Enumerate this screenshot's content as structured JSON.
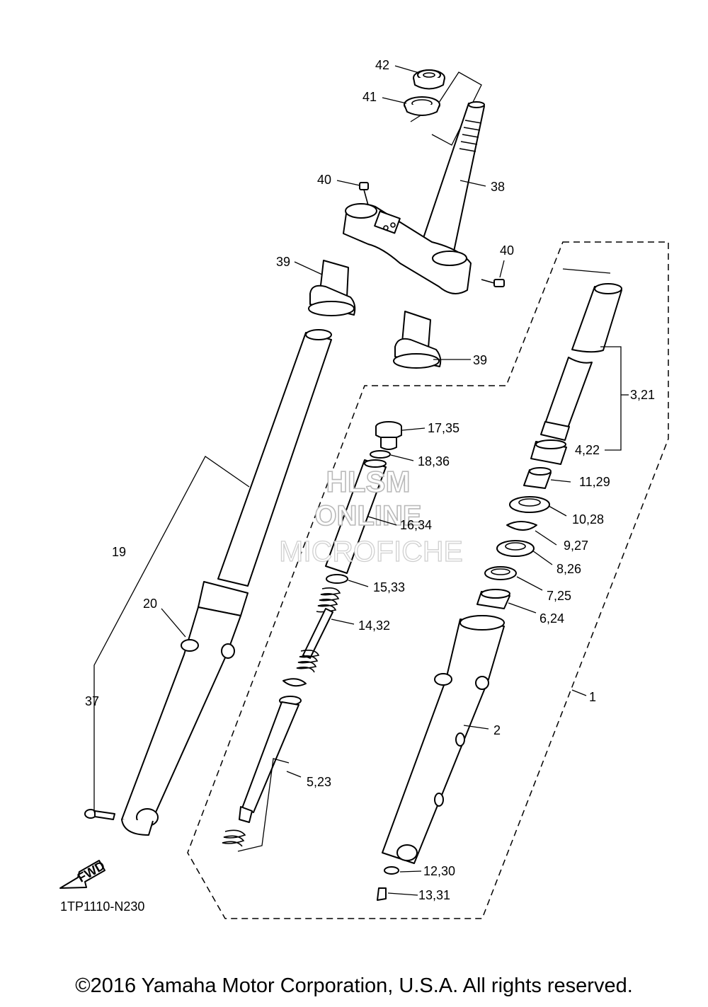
{
  "diagram": {
    "code": "1TP1110-N230",
    "fwd_label": "FWD",
    "watermark": [
      "HLSM",
      "ONLINE",
      "MICROFICHE"
    ],
    "callouts": {
      "c42": "42",
      "c41": "41",
      "c40a": "40",
      "c38": "38",
      "c40b": "40",
      "c39a": "39",
      "c39b": "39",
      "c3_21": "3,21",
      "c17_35": "17,35",
      "c4_22": "4,22",
      "c18_36": "18,36",
      "c11_29": "11,29",
      "c10_28": "10,28",
      "c16_34": "16,34",
      "c9_27": "9,27",
      "c19": "19",
      "c8_26": "8,26",
      "c15_33": "15,33",
      "c7_25": "7,25",
      "c20": "20",
      "c6_24": "6,24",
      "c14_32": "14,32",
      "c1": "1",
      "c37": "37",
      "c2": "2",
      "c5_23": "5,23",
      "c12_30": "12,30",
      "c13_31": "13,31"
    }
  },
  "footer": {
    "copyright": "©2016 Yamaha Motor Corporation, U.S.A. All rights reserved."
  }
}
